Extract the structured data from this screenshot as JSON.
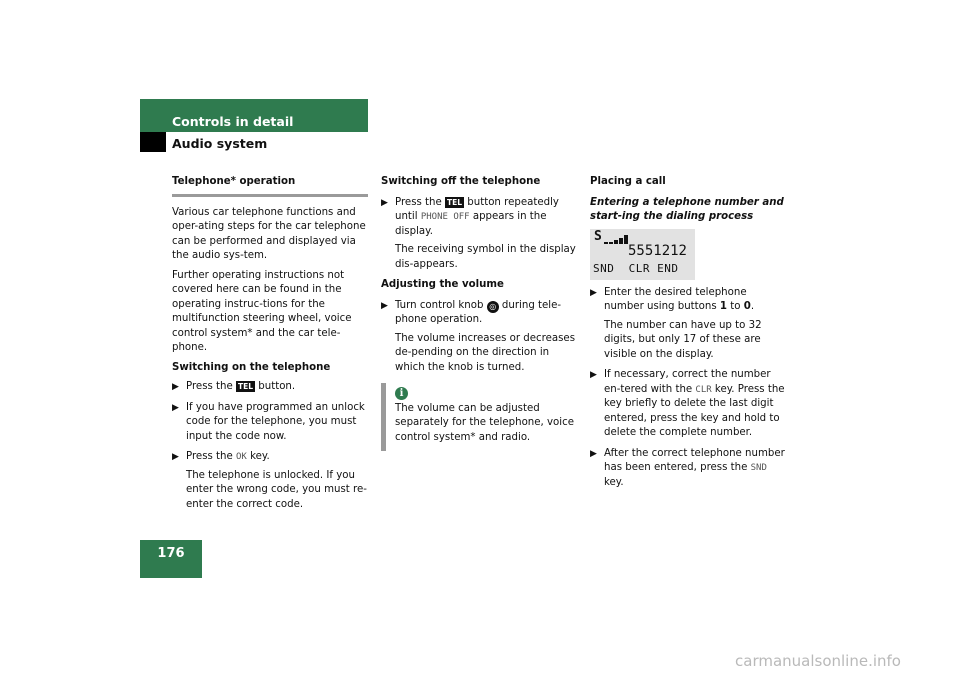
{
  "header": {
    "section": "Controls in detail",
    "subsection": "Audio system"
  },
  "page_number": "176",
  "col1": {
    "heading": "Telephone* operation",
    "intro1": "Various car telephone functions and oper-ating steps for the car telephone can be performed and displayed via the audio sys-tem.",
    "intro2": "Further operating instructions not covered here can be found in the operating instruc-tions for the multifunction steering wheel, voice control system* and the car tele-phone.",
    "sub_on": "Switching on the telephone",
    "b1_pre": "Press the ",
    "b1_post": " button.",
    "b2": "If you have programmed an unlock code for the telephone, you must input the code now.",
    "b3_pre": "Press the ",
    "b3_key": "OK",
    "b3_post": " key.",
    "b3_detail": "The telephone is unlocked. If you enter the wrong code, you must re-enter the correct code."
  },
  "col2": {
    "sub_off": "Switching off the telephone",
    "b1_pre": "Press the ",
    "b1_mid": " button repeatedly until ",
    "b1_key": "PHONE OFF",
    "b1_post": " appears in the display.",
    "b1_detail": "The receiving symbol in the display dis-appears.",
    "sub_vol": "Adjusting the volume",
    "b2_pre": "Turn control knob ",
    "b2_post": " during tele-phone operation.",
    "b2_detail": "The volume increases or decreases de-pending on the direction in which the knob is turned.",
    "note": "The volume can be adjusted separately for the telephone, voice control system* and radio."
  },
  "col3": {
    "heading": "Placing a call",
    "subheading": "Entering a telephone number and start-ing the dialing process",
    "display": {
      "line1": "S",
      "number": "5551212",
      "softkeys": "SND  CLR END"
    },
    "b1_pre": "Enter the desired telephone number using buttons ",
    "b1_from": "1",
    "b1_to_word": " to ",
    "b1_to": "0",
    "b1_end": ".",
    "b1_detail": "The number can have up to 32 digits, but only 17 of these are visible on the display.",
    "b2_pre": "If necessary, correct the number en-tered with the ",
    "b2_key": "CLR",
    "b2_post": " key. Press the key briefly to delete the last digit entered, press the key and hold to delete the complete number.",
    "b3_pre": "After the correct telephone number has been entered, press the ",
    "b3_key": "SND",
    "b3_post": " key."
  },
  "icons": {
    "tel_button_label": "TEL",
    "knob_label": "◎",
    "info_label": "i",
    "bullet": "▶"
  },
  "watermark": "carmanualsonline.info",
  "colors": {
    "brand_green": "#2f7b4f",
    "rule_gray": "#9a9a9a",
    "lcd_bg": "#e2e2e2"
  }
}
